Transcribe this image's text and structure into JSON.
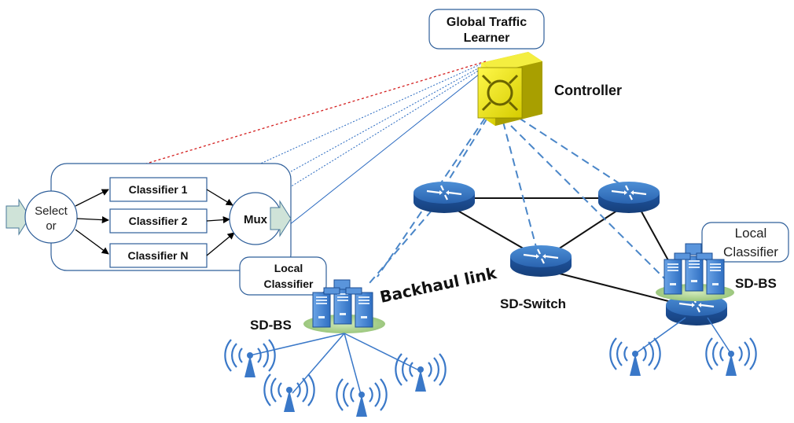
{
  "labels": {
    "global_learner_line1": "Global Traffic",
    "global_learner_line2": "Learner",
    "controller": "Controller",
    "selector_line1": "Select",
    "selector_line2": "or",
    "classifier_1": "Classifier  1",
    "classifier_2": "Classifier  2",
    "classifier_n": "Classifier N",
    "mux": "Mux",
    "local_classifier_left_line1": "Local",
    "local_classifier_left_line2": "Classifier",
    "sd_bs_left": "SD-BS",
    "backhaul_link": "Backhaul link",
    "sd_switch": "SD-Switch",
    "local_classifier_right_line1": "Local",
    "local_classifier_right_line2": "Classifier",
    "sd_bs_right": "SD-BS"
  },
  "colors": {
    "router_blue": "#2b6cb5",
    "controller_yellow": "#e8e000",
    "dashed_link": "#4a86c8",
    "learner_red": "#d42020",
    "server_blue": "#3f7fcf",
    "antenna_blue": "#3a78c8",
    "base_green": "#a8d08d"
  }
}
